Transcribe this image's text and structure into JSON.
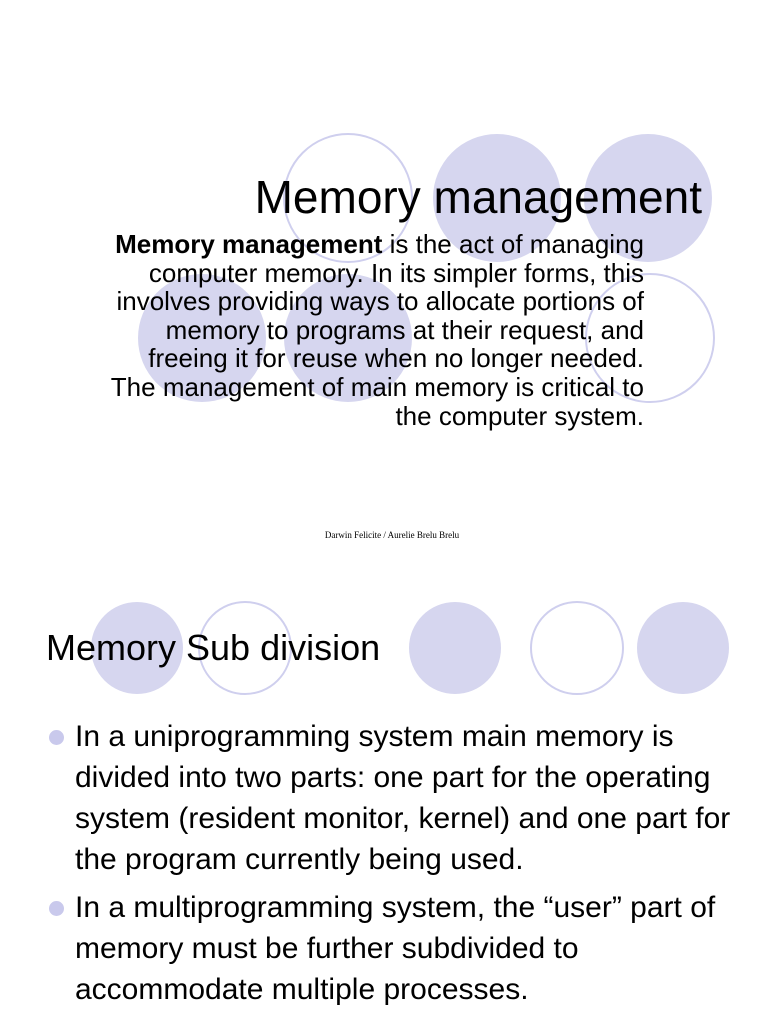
{
  "slides": [
    {
      "title": "Memory management",
      "body_bold": "Memory management",
      "body_rest": " is the act of managing computer memory. In its simpler forms, this involves providing ways to allocate portions of memory to programs at their request, and freeing it for reuse when no longer needed. The management of main memory is critical to the computer system.",
      "footer": "Darwin Felicite / Aurelie Brelu Brelu"
    },
    {
      "title": "Memory Sub division",
      "bullets": [
        "In a uniprogramming system main memory is divided into two parts: one part for the operating system (resident monitor, kernel) and one part for the program currently being used.",
        "In a multiprogramming system, the “user” part of memory must be further subdivided to accommodate multiple processes."
      ]
    }
  ],
  "theme": {
    "circle_fill": "#d6d6ef",
    "circle_outline": "#cfcfee",
    "bullet_color": "#c9c9ec",
    "background": "#ffffff",
    "text": "#000000"
  }
}
